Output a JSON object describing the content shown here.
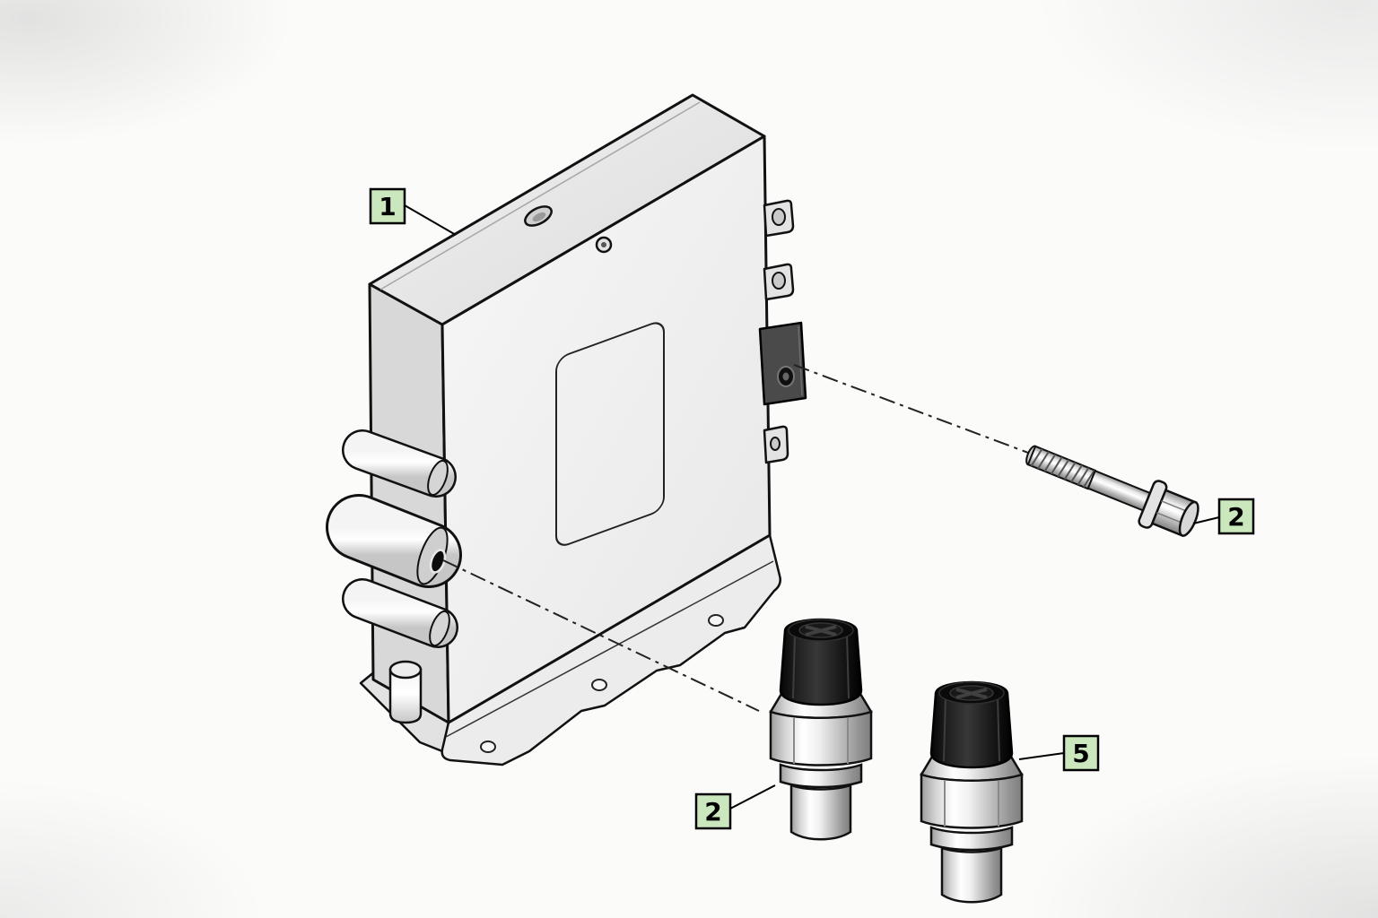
{
  "diagram": {
    "background_color": "#fbfbfa",
    "line_color": "#111111",
    "callout": {
      "bg": "#cbe7bd",
      "border": "#000000",
      "text_color": "#000000"
    },
    "callouts": {
      "unit": {
        "label": "1"
      },
      "bolt": {
        "label": "2"
      },
      "sensor_front": {
        "label": "2"
      },
      "sensor_rear": {
        "label": "5"
      }
    }
  }
}
